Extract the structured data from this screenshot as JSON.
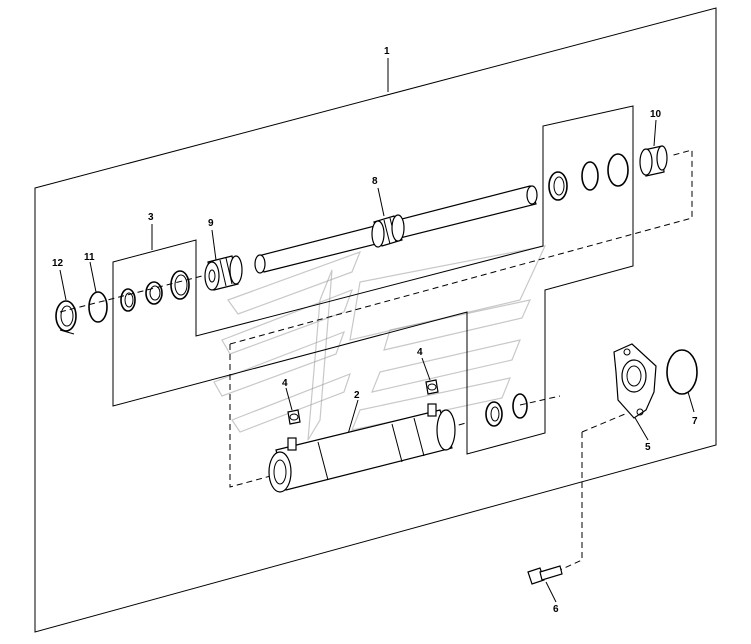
{
  "callouts": {
    "c1": "1",
    "c2": "2",
    "c3": "3",
    "c4a": "4",
    "c4b": "4",
    "c5": "5",
    "c6": "6",
    "c7": "7",
    "c8": "8",
    "c9": "9",
    "c10": "10",
    "c11": "11",
    "c12": "12"
  },
  "colors": {
    "line": "#000000",
    "watermark": "#9a9a9a",
    "background": "#ffffff"
  }
}
